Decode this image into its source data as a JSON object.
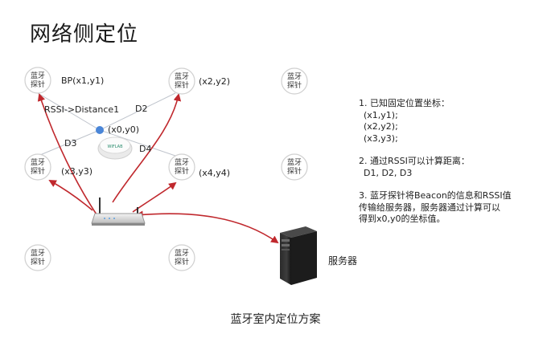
{
  "title": "网络侧定位",
  "probe_label": [
    "蓝牙",
    "探针"
  ],
  "labels": {
    "bp": "BP(x1,y1)",
    "p2": "(x2,y2)",
    "p3": "(x3,y3)",
    "p4": "(x4,y4)",
    "p0": "(x0,y0)",
    "rssi": "RSSI->Distance1",
    "d2": "D2",
    "d3": "D3",
    "d4": "D4",
    "beacon_text": "WIFLAB"
  },
  "info": {
    "s1_title": "1. 已知固定位置坐标：",
    "s1_lines": [
      "(x1,y1);",
      "(x2,y2);",
      "(x3,y3);"
    ],
    "s2_title": "2. 通过RSSI可以计算距离：",
    "s2_line": "D1, D2, D3",
    "s3_lines": [
      "3. 蓝牙探针将Beacon的信息和RSSI值",
      "传输给服务器，服务器通过计算可以",
      "得到x0,y0的坐标值。"
    ]
  },
  "server_label": "服务器",
  "caption": "蓝牙室内定位方案",
  "colors": {
    "arrow": "#c0282d",
    "line": "#bfc4cc",
    "dot": "#4a86d8"
  }
}
